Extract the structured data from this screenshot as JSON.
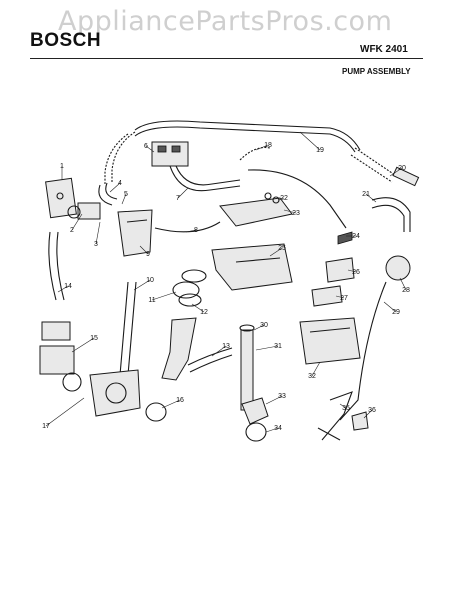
{
  "watermark": "AppliancePartsPros.com",
  "header": {
    "brand": "BOSCH",
    "model": "WFK 2401",
    "section_title": "PUMP ASSEMBLY"
  },
  "callouts": [
    "1",
    "2",
    "3",
    "4",
    "5",
    "6",
    "7",
    "8",
    "9",
    "10",
    "11",
    "12",
    "13",
    "14",
    "15",
    "16",
    "17",
    "18",
    "19",
    "20",
    "21",
    "22",
    "23",
    "24",
    "25",
    "26",
    "27",
    "28",
    "29",
    "30",
    "31",
    "32",
    "33",
    "34",
    "35",
    "36"
  ]
}
